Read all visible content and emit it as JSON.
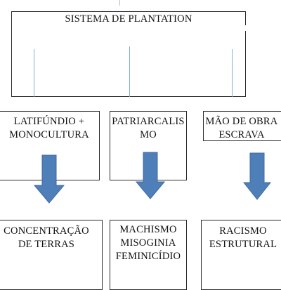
{
  "top_box": {
    "title": "SISTEMA DE PLANTATION"
  },
  "middle_boxes": [
    {
      "text": "LATIFÚNDIO +\nMONOCULTURA"
    },
    {
      "text": "PATRIARCALIS\nMO"
    },
    {
      "text": "MÃO DE OBRA\nESCRAVA"
    }
  ],
  "bottom_boxes": [
    {
      "text": "CONCENTRAÇÃO\nDE TERRAS"
    },
    {
      "text": "MACHISMO\nMISOGINIA\nFEMINICÍDIO"
    },
    {
      "text": "RACISMO\nESTRUTURAL"
    }
  ],
  "colors": {
    "box_border": "#2a2a2a",
    "connector_line": "#7fb2cf",
    "arrow_fill": "#4f7fb8",
    "arrow_stroke": "#3d6aa0"
  }
}
